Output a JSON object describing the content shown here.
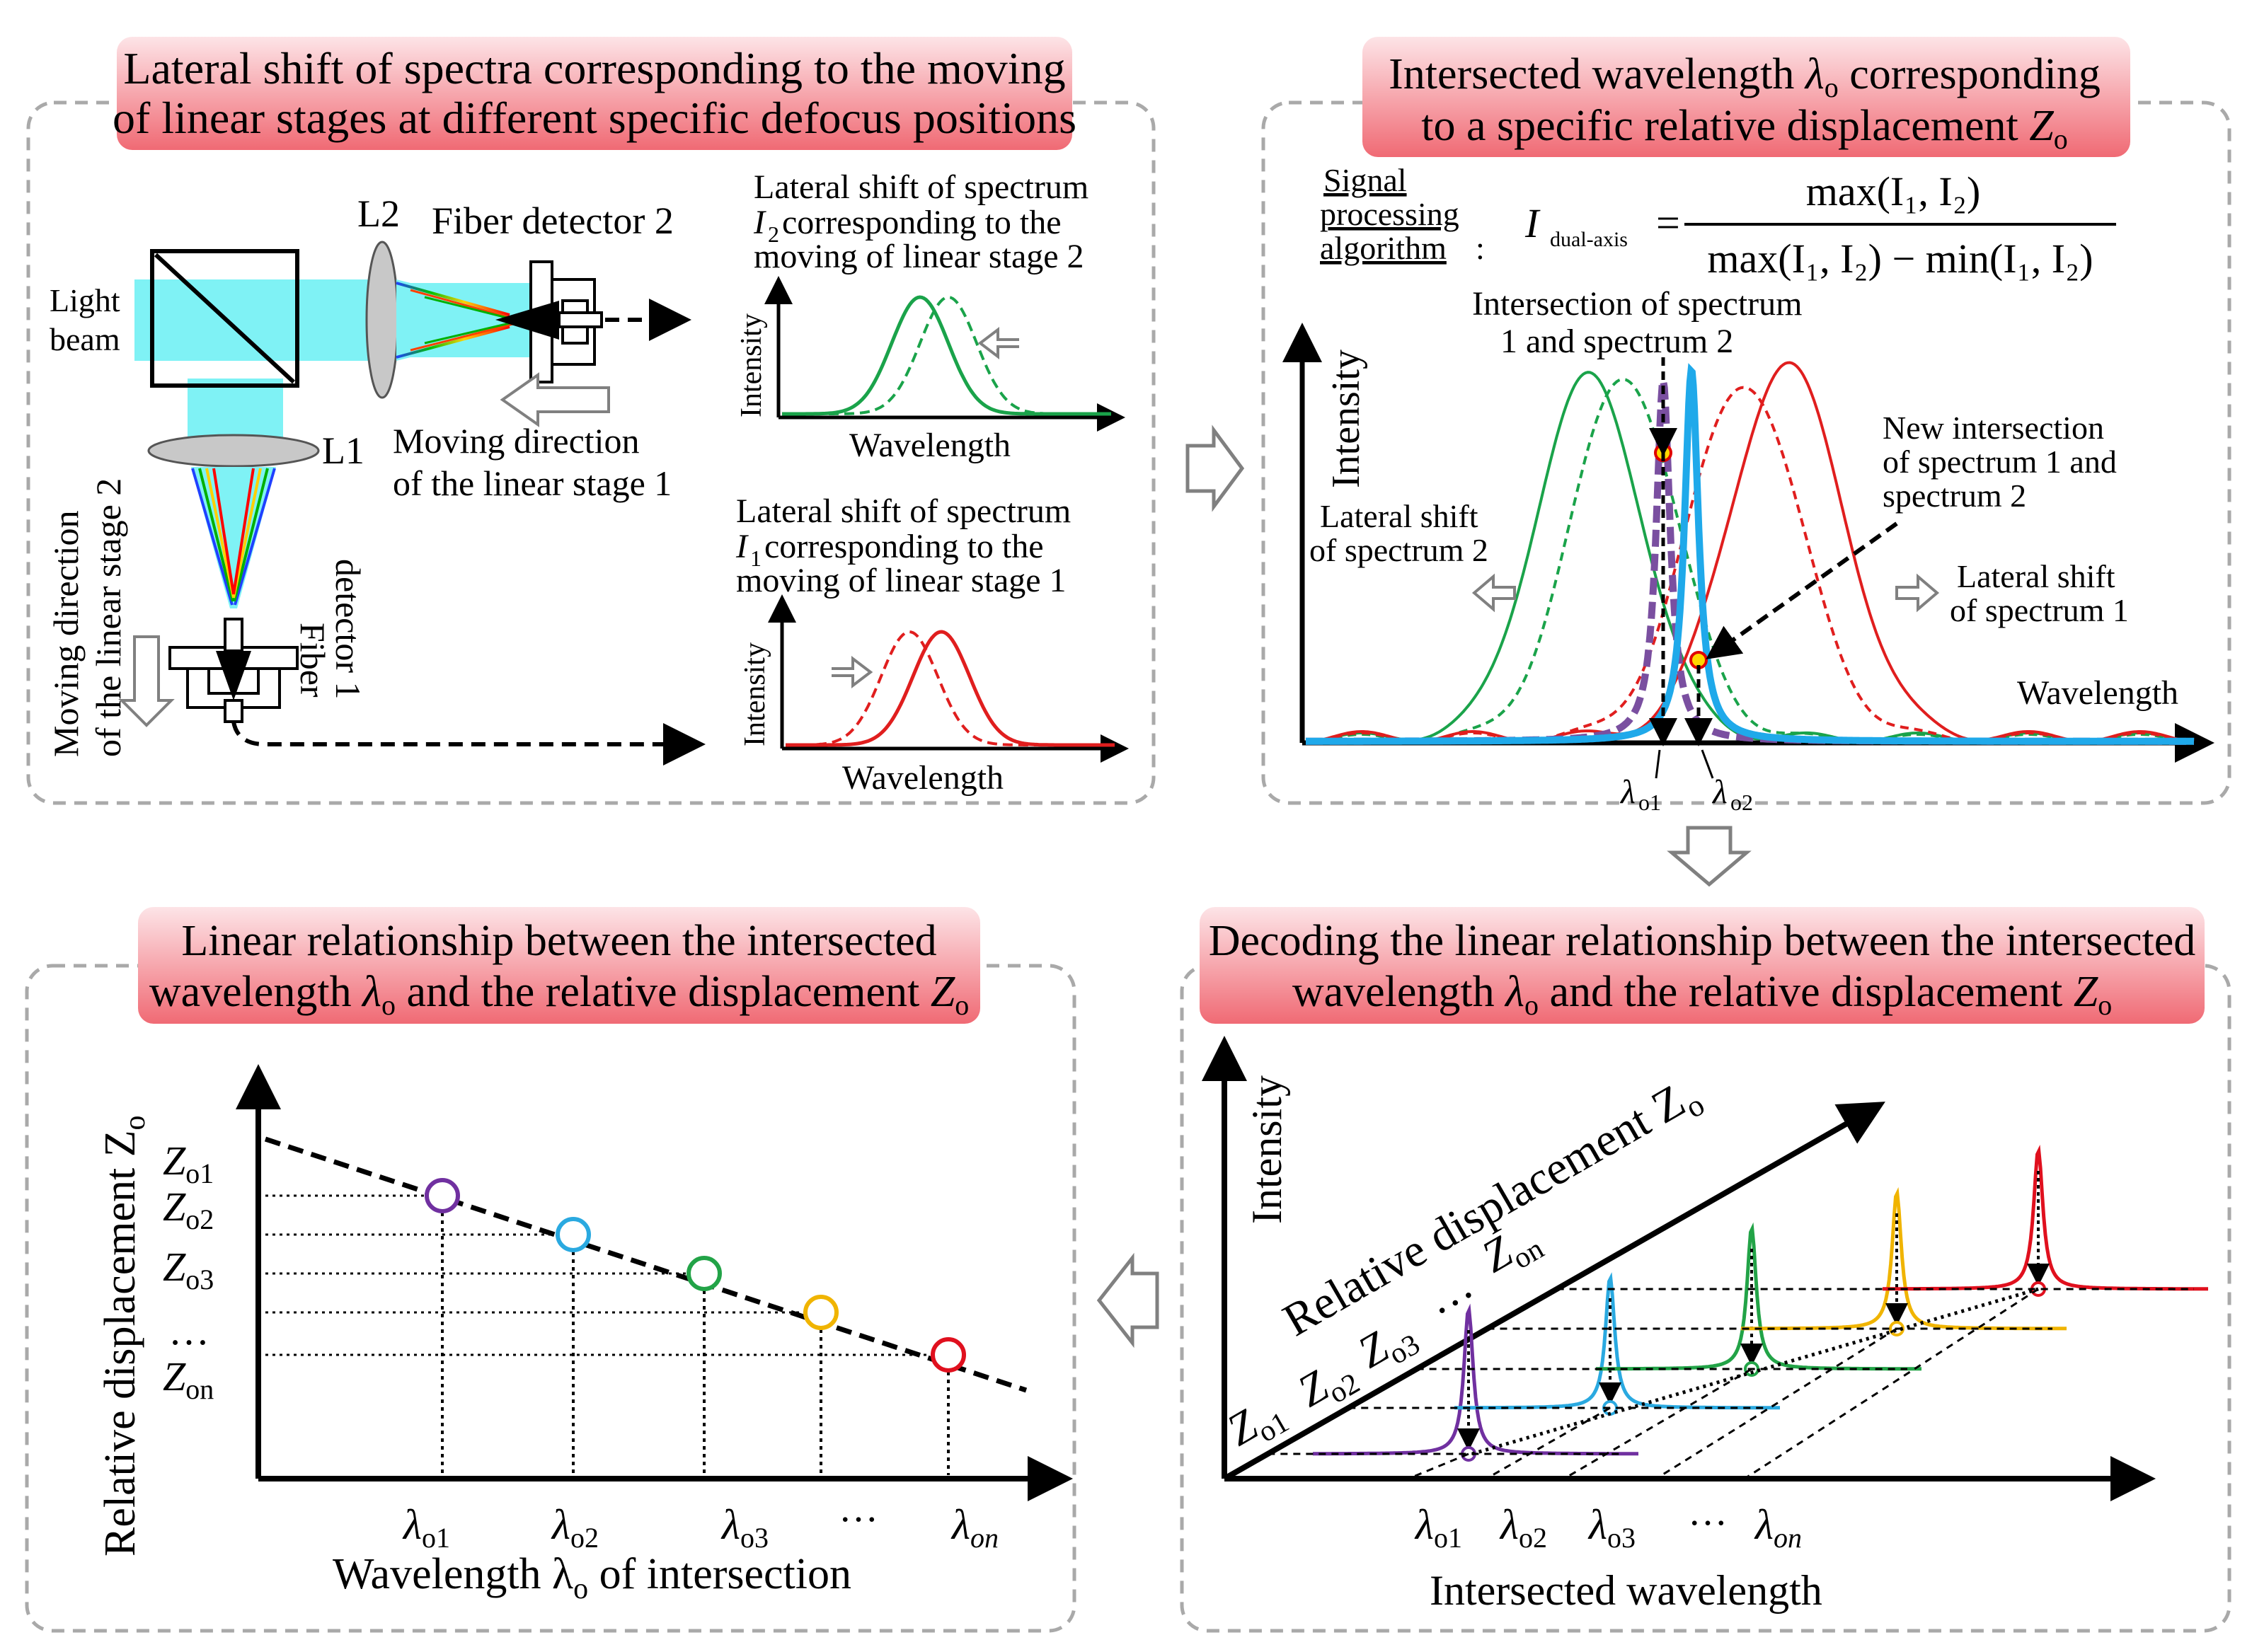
{
  "colors": {
    "header_top": "#fbe1e4",
    "header_bottom": "#f2707a",
    "panel_border": "#a9a9a9",
    "beam": "#7ff2f5",
    "spectrum_1": "#e01e1e",
    "spectrum_2": "#1aa34a",
    "dual_axis_line": "#1fa9ea",
    "purple": "#7a4fa0",
    "marker_yellow": "#ffd700",
    "z_blue": "#2aa9e0",
    "z_green": "#22a347",
    "z_yellow": "#f0b400",
    "z_red": "#e0101e",
    "z_purple": "#7030a0"
  },
  "panel1": {
    "header_line1": "Lateral shift of spectra corresponding to the moving",
    "header_line2": "of linear stages at different specific defocus positions",
    "label_l2": "L2",
    "label_l1": "L1",
    "fiber_detector_2": "Fiber detector 2",
    "light_beam_1": "Light",
    "light_beam_2": "beam",
    "moving_dir_stage1_1": "Moving direction",
    "moving_dir_stage1_2": "of the linear stage 1",
    "moving_dir_stage2_1": "Moving direction",
    "moving_dir_stage2_2": "of the linear stage 2",
    "fiber_detector_1a": "Fiber",
    "fiber_detector_1b": "detector 1",
    "inset_top_title_1": "Lateral shift of spectrum",
    "inset_top_title_2a": "I",
    "inset_top_title_2sub": "2",
    "inset_top_title_2b": " corresponding to the",
    "inset_top_title_3": "moving of linear stage 2",
    "inset_bottom_title_1": "Lateral shift of spectrum",
    "inset_bottom_title_2a": "I",
    "inset_bottom_title_2sub": "1",
    "inset_bottom_title_2b": " corresponding to the",
    "inset_bottom_title_3": "moving of linear stage 1",
    "inset_ylabel": "Intensity",
    "inset_xlabel": "Wavelength"
  },
  "panel2": {
    "header_line1a": "Intersected  wavelength ",
    "header_lambda": "λ",
    "header_sub_o": "o",
    "header_line1b": " corresponding",
    "header_line2a": "to a specific relative displacement ",
    "header_Z": "Z",
    "spa_1": "Signal",
    "spa_2": "processing",
    "spa_3": "algorithm",
    "colon": ":",
    "formula_I": "I",
    "formula_I_sub": "dual-axis",
    "formula_eq": "=",
    "formula_num": "max(I₁, I₂)",
    "formula_den": "max(I₁, I₂) − min(I₁, I₂)",
    "ylabel": "Intensity",
    "xlabel": "Wavelength",
    "intersection_1": "Intersection of spectrum",
    "intersection_2": "1 and spectrum 2",
    "new_intersection_1": "New intersection",
    "new_intersection_2": "of spectrum 1 and",
    "new_intersection_3": "spectrum 2",
    "lat_shift_2_1": "Lateral shift",
    "lat_shift_2_2": "of spectrum 2",
    "lat_shift_1_1": "Lateral shift",
    "lat_shift_1_2": "of spectrum 1",
    "lambda_o1_sub": "o1",
    "lambda_o2_sub": "o2"
  },
  "panel3": {
    "header_line1": "Decoding the linear relationship between the intersected",
    "header_line2a": "wavelength ",
    "header_line2b": " and the relative displacement ",
    "ylabel": "Intensity",
    "xlabel": "Intersected wavelength",
    "diag_label": "Relative displacement Z",
    "z_labels": [
      "Z",
      "Z",
      "Z",
      "…",
      "Z"
    ],
    "z_subs": [
      "o1",
      "o2",
      "o3",
      "",
      "on"
    ],
    "lambda_subs": [
      "o1",
      "o2",
      "o3",
      "",
      "on"
    ],
    "ellipsis": "…"
  },
  "panel4": {
    "header_line1": "Linear relationship between the intersected",
    "header_line2a": "wavelength ",
    "header_line2b": " and the relative displacement ",
    "ylabel": "Relative displacement Z",
    "xlabel": "Wavelength λ",
    "xlabel_b": " of intersection",
    "z_subs": [
      "o1",
      "o2",
      "o3",
      "on"
    ],
    "lambda_subs": [
      "o1",
      "o2",
      "o3",
      "on"
    ],
    "ellipsis": "…"
  }
}
